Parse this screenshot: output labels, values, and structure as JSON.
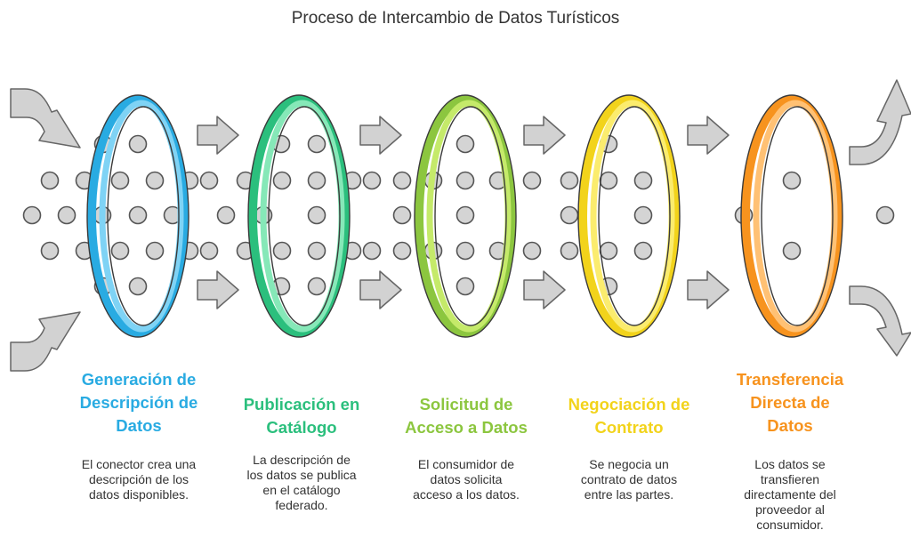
{
  "title": "Proceso de Intercambio de Datos Turísticos",
  "stages": [
    {
      "title": "Generación de\nDescripción de\nDatos",
      "description": "El conector crea una\ndescripción de los\ndatos disponibles.",
      "color": "#29abe2",
      "ring_light": "#7fd3f5"
    },
    {
      "title": "Publicación en\nCatálogo",
      "description": "La descripción de\nlos datos se publica\nen el catálogo\nfederado.",
      "color": "#2bbf7d",
      "ring_light": "#86e8b8"
    },
    {
      "title": "Solicitud de\nAcceso a Datos",
      "description": "El consumidor de\ndatos solicita\nacceso a los datos.",
      "color": "#8cc63f",
      "ring_light": "#c5ea6a"
    },
    {
      "title": "Negociación de\nContrato",
      "description": "Se negocia un\ncontrato de datos\nentre las partes.",
      "color": "#f2d31b",
      "ring_light": "#fbec6e"
    },
    {
      "title": "Transferencia\nDirecta de\nDatos",
      "description": "Los datos se\ntransfieren\ndirectamente del\nproveedor al\nconsumidor.",
      "color": "#f7931e",
      "ring_light": "#ffc174"
    }
  ],
  "colors": {
    "dot_fill": "#d4d4d4",
    "dot_stroke": "#555555",
    "arrow_fill": "#d2d2d2",
    "arrow_stroke": "#666666"
  }
}
